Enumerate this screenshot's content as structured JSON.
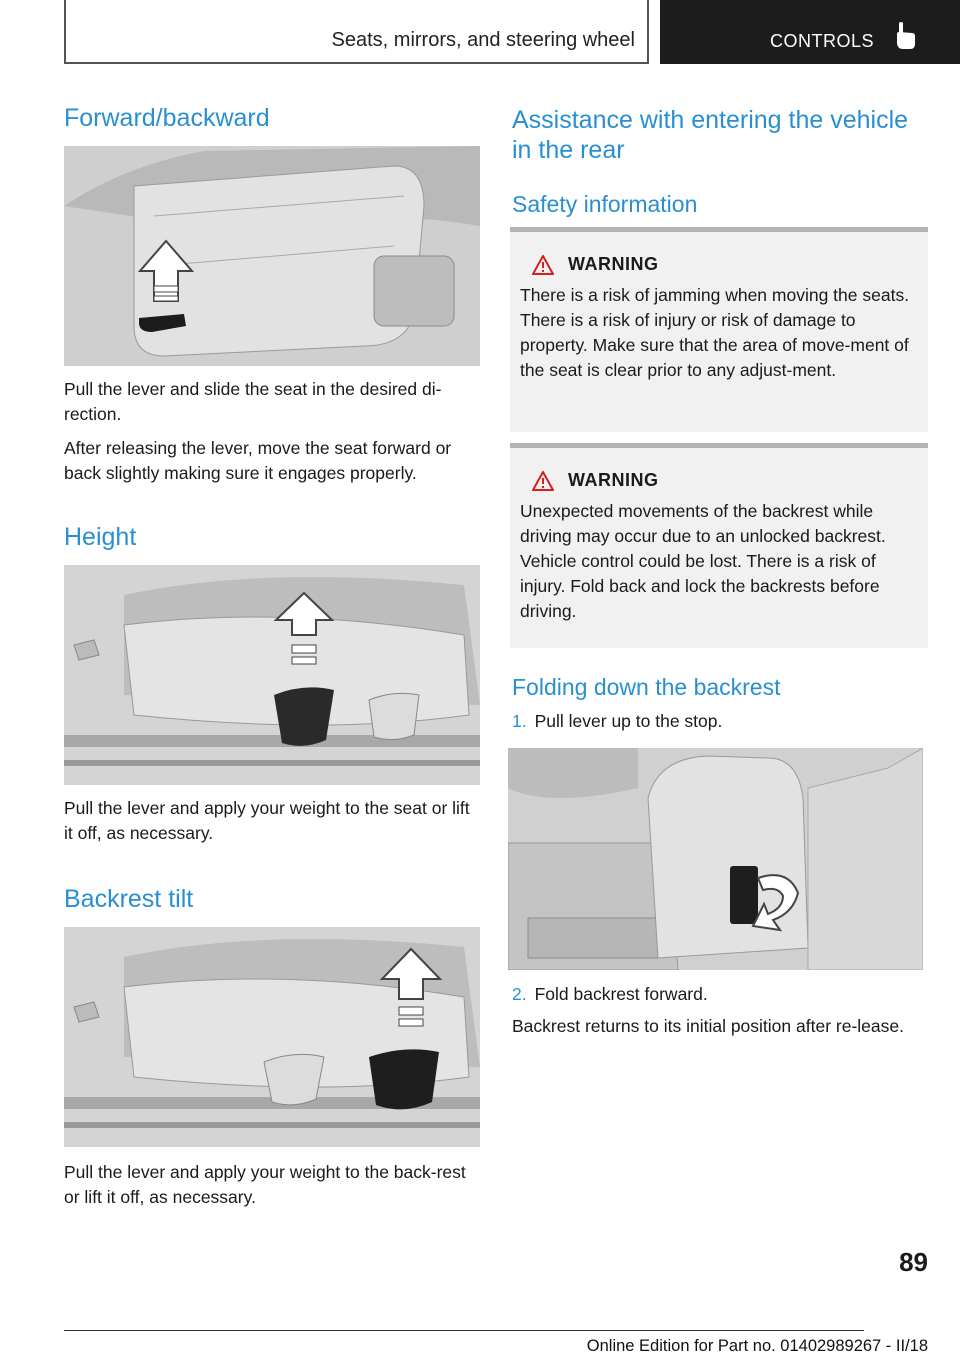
{
  "header": {
    "section": "Seats, mirrors, and steering wheel",
    "chapter": "CONTROLS",
    "chapter_icon": "pointing-hand-icon"
  },
  "left": {
    "forward_heading": "Forward/backward",
    "forward_p1": "Pull the lever and slide the seat in the desired di‐rection.",
    "forward_p2": "After releasing the lever, move the seat forward or back slightly making sure it engages properly.",
    "height_heading": "Height",
    "height_p1": "Pull the lever and apply your weight to the seat or lift it off, as necessary.",
    "tilt_heading": "Backrest tilt",
    "tilt_p1": "Pull the lever and apply your weight to the back‐rest or lift it off, as necessary."
  },
  "right": {
    "main_heading": "Assistance with entering the vehicle in the rear",
    "safety_heading": "Safety information",
    "warnings": [
      {
        "title": "WARNING",
        "icon": "warning-triangle-icon",
        "text": "There is a risk of jamming when moving the seats. There is a risk of injury or risk of damage to property. Make sure that the area of move‐ment of the seat is clear prior to any adjust‐ment."
      },
      {
        "title": "WARNING",
        "icon": "warning-triangle-icon",
        "text": "Unexpected movements of the backrest while driving may occur due to an unlocked backrest. Vehicle control could be lost. There is a risk of injury. Fold back and lock the backrests before driving."
      }
    ],
    "fold_heading": "Folding down the backrest",
    "steps": [
      {
        "num": "1.",
        "text": "Pull lever up to the stop."
      },
      {
        "num": "2.",
        "text": "Fold backrest forward."
      }
    ],
    "closing": "Backrest returns to its initial position after re‐lease."
  },
  "footer": {
    "page": "89",
    "edition": "Online Edition for Part no. 01402989267 - II/18"
  },
  "colors": {
    "heading": "#2a8fd0",
    "header_dark": "#1c1c1c",
    "warning_bg": "#f1f1f1"
  }
}
